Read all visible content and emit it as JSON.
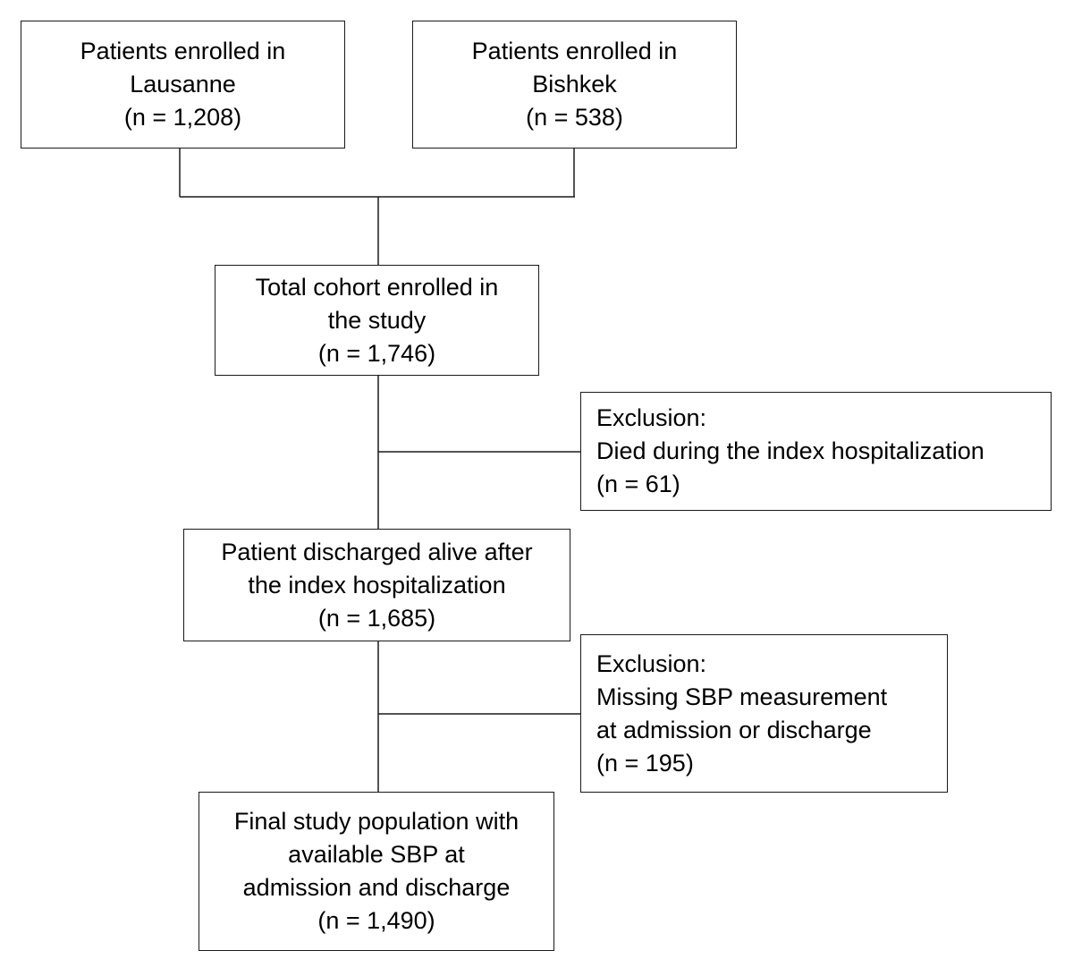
{
  "flowchart": {
    "lausanne": {
      "lines": [
        "Patients enrolled in",
        "Lausanne",
        "(n = 1,208)"
      ]
    },
    "bishkek": {
      "lines": [
        "Patients enrolled in",
        "Bishkek",
        "(n = 538)"
      ]
    },
    "total": {
      "lines": [
        "Total cohort enrolled in",
        "the study",
        "(n = 1,746)"
      ]
    },
    "exclusion_died": {
      "lines": [
        "Exclusion:",
        "Died during the index hospitalization",
        "(n = 61)"
      ]
    },
    "discharged": {
      "lines": [
        "Patient discharged alive after",
        "the index hospitalization",
        "(n = 1,685)"
      ]
    },
    "exclusion_missing": {
      "lines": [
        "Exclusion:",
        "Missing SBP measurement",
        "at admission or discharge",
        "(n = 195)"
      ]
    },
    "final": {
      "lines": [
        "Final study population with",
        "available SBP at",
        "admission and discharge",
        "(n = 1,490)"
      ]
    }
  },
  "colors": {
    "line": "#1a1a1a",
    "background": "#ffffff"
  }
}
